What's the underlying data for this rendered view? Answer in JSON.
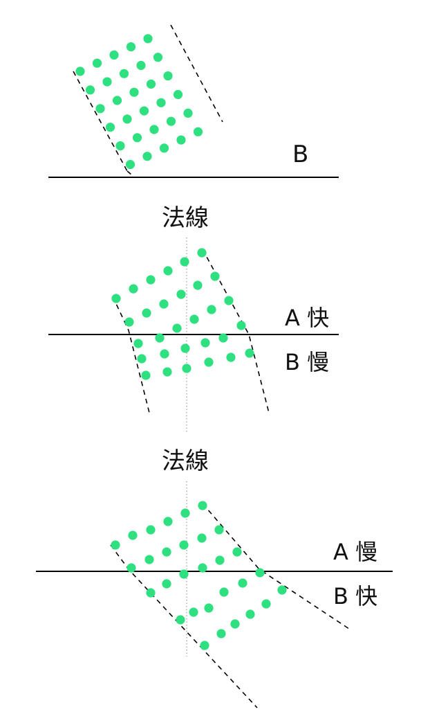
{
  "panel1": {
    "medium_label": "B"
  },
  "panel2": {
    "normal_label": "法線",
    "upper_label": "A 快",
    "lower_label": "B 慢"
  },
  "panel3": {
    "normal_label": "法線",
    "upper_label": "A 慢",
    "lower_label": "B 快"
  },
  "colors": {
    "dot": "#2EE07F",
    "line": "#000000",
    "normal": "#9a9a9a",
    "background": "#ffffff"
  }
}
